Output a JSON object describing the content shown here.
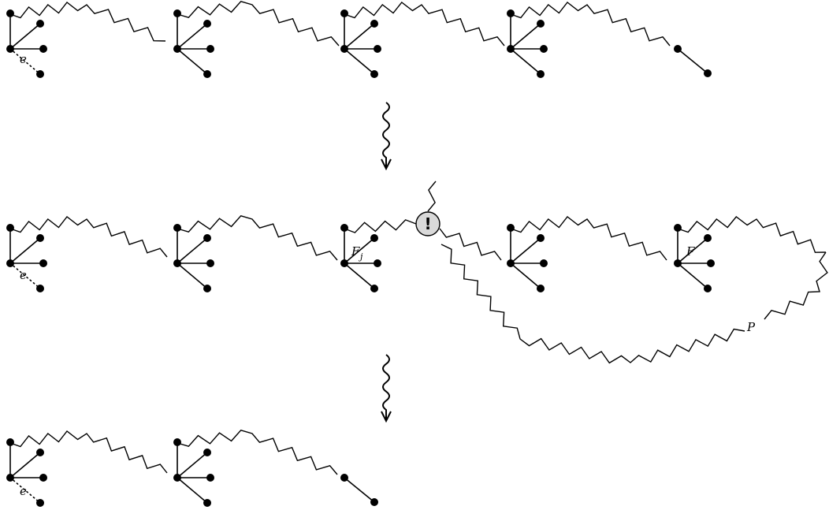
{
  "diagram": {
    "description_labels": {
      "edge_e": "e",
      "forest_Fj": "F",
      "forest_Fj_subscript": "j",
      "forest_F": "F",
      "path_P": "P",
      "conflict_marker": "!"
    },
    "colors": {
      "stroke": "#000000",
      "marker_fill": "#d9d9d9"
    }
  }
}
